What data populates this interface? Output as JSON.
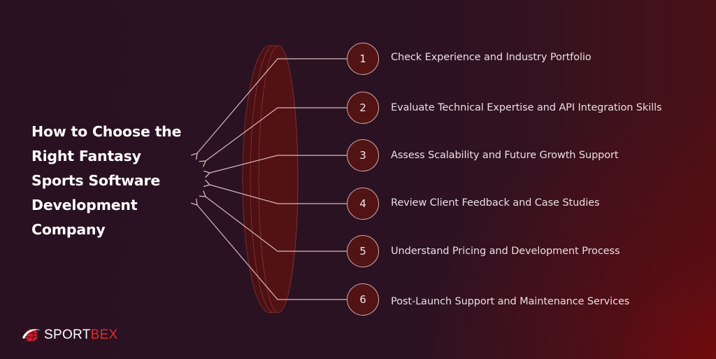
{
  "title": {
    "lines": [
      "How to Choose the",
      "Right Fantasy",
      "Sports Software",
      "Development",
      "Company"
    ]
  },
  "steps": [
    {
      "number": "1",
      "label": "Check Experience and Industry Portfolio"
    },
    {
      "number": "2",
      "label": "Evaluate Technical Expertise and API Integration Skills"
    },
    {
      "number": "3",
      "label": "Assess Scalability and Future Growth Support"
    },
    {
      "number": "4",
      "label": "Review Client Feedback and Case Studies"
    },
    {
      "number": "5",
      "label": "Understand Pricing and Development Process"
    },
    {
      "number": "6",
      "label": "Post-Launch Support and Maintenance Services"
    }
  ],
  "logo": {
    "icon": "globe-swoosh-icon",
    "text_part1": "SPORT",
    "text_part2": "BEX"
  },
  "colors": {
    "background": "#2a1221",
    "accent_red": "#e02a2a",
    "circle_fill": "#521314",
    "circle_border": "#c9a3a0",
    "lens_fill": "#4f1113",
    "connector": "#d9b9bd"
  }
}
